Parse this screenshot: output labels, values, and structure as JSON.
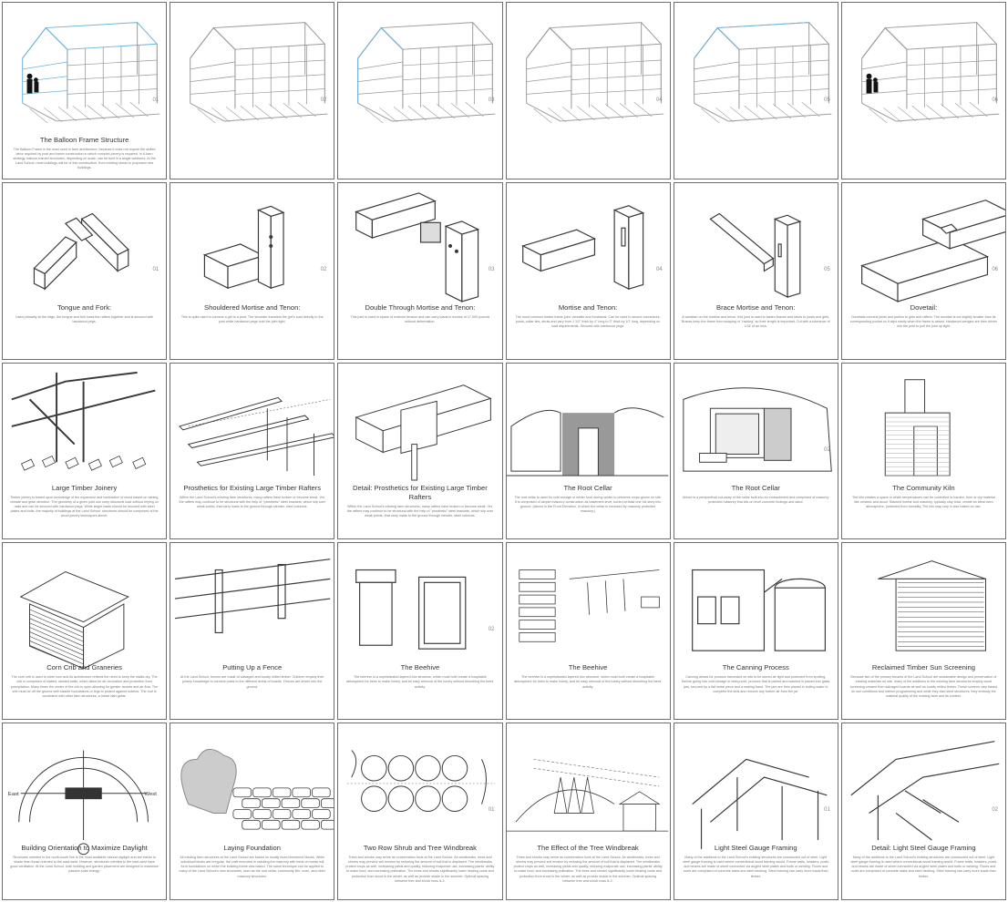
{
  "panels": [
    {
      "title": "The Balloon Frame Structure",
      "num": "01",
      "desc": "The Balloon Frame is the most used in farm architecture, because it does not require the skilled labor required by post and beam construction in which complex joinery is required. In 6-barn strategy, balloon framed structures, depending on scale, can be built in a single weekend. At the Land School, most buildings will be of this construction, from existing sheds to proposed new buildings.",
      "art": "balloon"
    },
    {
      "title": "",
      "num": "02",
      "desc": "",
      "art": "frame2"
    },
    {
      "title": "",
      "num": "03",
      "desc": "",
      "art": "frame3"
    },
    {
      "title": "",
      "num": "04",
      "desc": "",
      "art": "frame4"
    },
    {
      "title": "",
      "num": "05",
      "desc": "",
      "art": "frame5"
    },
    {
      "title": "",
      "num": "06",
      "desc": "",
      "art": "frame6"
    },
    {
      "title": "Tongue and Fork:",
      "num": "01",
      "desc": "Used primarily at the ridge, the tongue and fork locks the rafters together and is secured with hardwood pegs.",
      "art": "tongue"
    },
    {
      "title": "Shouldered Mortise and Tenon:",
      "num": "02",
      "desc": "This is quite used to connect a girt to a post. The shoulder transfers the girt's load directly to the post while hardwood pegs hold the joint tight.",
      "art": "shouldered"
    },
    {
      "title": "Double Through Mortise and Tenon:",
      "num": "03",
      "desc": "This joint is used in spans of extreme tension and can carry loads in excess of 17,000 pounds without deformation.",
      "art": "double"
    },
    {
      "title": "Mortise and Tenon:",
      "num": "04",
      "desc": "The most common timber frame joint, versatile and functional. Can be used to secure connectors, posts, collar ties, struts and vary from 1 1/2\" thick by 4\" long to 3\" thick by 10\" long, depending on load requirements. Secured with hardwood pegs.",
      "art": "mortise"
    },
    {
      "title": "Brace Mortise and Tenon:",
      "num": "05",
      "desc": "A variation on the mortise and tenon, this joint is used to fasten braces and struts to posts and girts. Braces keep the frame from swaying or \"racking\" so their length is important. Cut with a tolerance of 1/32 of an inch.",
      "art": "brace"
    },
    {
      "title": "Dovetail:",
      "num": "06",
      "desc": "Dovetails connect joists and purlins to girts and rafters. The dovetail is cut slightly smaller than its corresponding pocket so it slips easily when the frame is raised. Hardwood wedges are then driven into the joint to pull the joint up tight.",
      "art": "dovetail"
    },
    {
      "title": "Large Timber Joinery",
      "num": "",
      "desc": "Timber joinery is based upon knowledge of the expansion and contraction of wood based on variety, climate and grain direction. The geometry of a given joint can carry structural load without relying on nails and can be secured with hardwood pegs. While larger loads should be secured with steel plates and bolts, the majority of buildings at the Land School: structures should be comprised of the wood joinery techniques above.",
      "art": "joinery"
    },
    {
      "title": "Prosthetics for Existing Large Timber Rafters",
      "num": "",
      "desc": "Within the Land School's existing farm structures, many rafters have broken or become weak. Yet, the rafters may continue to be structural with the help of \"prosthetic\" steel brackets, which slip over weak points, that carry loads to the ground through slender, steel columns.",
      "art": "rafters"
    },
    {
      "title": "Detail: Prosthetics for Existing Large Timber Rafters",
      "num": "",
      "desc": "Within the Land School's existing farm structures, many rafters have broken or become weak. Yet, the rafters may continue to be structural with the help of \"prosthetic\" steel brackets, which slip over weak points, that carry loads to the ground through slender, steel columns.",
      "art": "prosthetic"
    },
    {
      "title": "The Root Cellar",
      "num": "",
      "desc": "The root cellar is used for cold storage of winter food during winter to preserve crops grown on site. It is comprised of simple masonry construction as basement level, buried at least one full story into ground. (Above is the Front Elevation, in which the cellar is enclosed by masonry protected masonry.)",
      "art": "rootcellar"
    },
    {
      "title": "The Root Cellar",
      "num": "02",
      "desc": "Above is a perspectival cut-away of the cellar built into an embankment and comprised of masonry protected masonry that sits on level concrete footings and sand.",
      "art": "rootcellar2"
    },
    {
      "title": "The Community Kiln",
      "num": "",
      "desc": "The kiln creates a space in which temperatures can be controlled to harden, burn or dry material like ceramic and wood. Stacked mortar and masonry, typically clay brick, create an ideal oven atmosphere, protected from humidity. The kiln may vary in size based on use.",
      "art": "kiln"
    },
    {
      "title": "Corn Crib and Graneries",
      "num": "",
      "desc": "The corn crib is used to store corn and its architecture reflects the need to keep the stalks dry. The crib is comprised of slatted, slanted walls, which allow for air circulation and protection from precipitation. Many times the center of the crib is open allowing for greater access and air flow. The crib must be off the ground with sizable foundations or legs to protect against rodents. The roof is consistent with other farm structures, a metal clad gable.",
      "art": "corncrib"
    },
    {
      "title": "Putting Up a Fence",
      "num": "",
      "desc": "At the Land School, fences are made of salvaged and locally milled timber. Children employ their joinery knowledge to connect posts to the different levels of boards. Fences are driven into the ground.",
      "art": "fence"
    },
    {
      "title": "The Beehive",
      "num": "02",
      "desc": "The beehive is a sophisticated layered box structure, which must both create a hospitable atmosphere for bees to make honey, and be easy removal of the honey without disturbing the bees' activity.",
      "art": "beehive"
    },
    {
      "title": "The Beehive",
      "num": "",
      "desc": "The beehive is a sophisticated layered box structure, which must both create a hospitable atmosphere for bees to make honey, and be easy removal of the honey without disturbing the bees' activity.",
      "art": "beehive2"
    },
    {
      "title": "The Canning Process",
      "num": "",
      "desc": "Canning allows for produce harvested on site to be stored air tight and protected from spoiling. Before going into cold storage or being sold, produce that is picked and washed is placed into glass jars, secured by a flat metal piece and a sealing band. The jars are then placed in boiling water to complete the seal and remove any further air from the jar.",
      "art": "canning"
    },
    {
      "title": "Reclaimed Timber Sun Screening",
      "num": "",
      "desc": "Because two of the primary tenants of the Land School are sustainable design and preservation of existing materials on site, many of the additions to the existing farm structures employ wood screening created from salvaged boards as well as locally milled timber. These screens vary based on sun conditions and interior programming and while they clad steel structures, they embody the material quality of the existing farm and its context.",
      "art": "screening"
    },
    {
      "title": "Building Orientation to Maximize Daylight",
      "num": "",
      "desc": "Structures oriented to the north-south line is the most available natural daylight and are easier to shade than those oriented to the east-west. However, structures oriented to the east-west have good ventilation. At the Land School, both building and garden placement are designed to maximize passive solar energy.",
      "art": "orientation",
      "labels": [
        "East",
        "West"
      ]
    },
    {
      "title": "Laying Foundation",
      "num": "",
      "desc": "All existing farm structures at the Land School are based on locally found limestone blocks. While individual blocks are irregular, the craft executed in stacking the masonry with beds of mortar will form foundations on which the building frame was based. The same technique can be applied to many of the Land School's new structures, such as the root cellar, community kiln, oven, and other masonry structures.",
      "art": "foundation"
    },
    {
      "title": "Two Row Shrub and Tree Windbreak",
      "num": "01",
      "desc": "Trees and shrubs may serve as conservation tools at the Land School. As windbreaks, trees and shrubs may prevent soil erosion by reducing the amount of soil that is displaced. The windbreaks protect crops as well, increasing yields and quality, reducing evaporate use, increasing plants' ability to make food, and increasing pollination. The trees and shrubs significantly lower heating costs and protection from snow in the winter, as well as provide shade in the summer. Optimal spacing between tree and shrub rows is 2.",
      "art": "windbreak"
    },
    {
      "title": "The Effect of the Tree Windbreak",
      "num": "",
      "desc": "Trees and shrubs may serve as conservation tools at the Land School. As windbreaks, trees and shrubs may prevent soil erosion by reducing the amount of soil that is displaced. The windbreaks protect crops as well, increasing yields and quality, reducing evaporate use, increasing plants' ability to make food, and increasing pollination. The trees and shrubs significantly lower heating costs and protection from snow in the winter, as well as provide shade in the summer. Optimal spacing between tree and shrub rows is 2.",
      "art": "treeeffect"
    },
    {
      "title": "Light Steel Gauge Framing",
      "num": "01",
      "desc": "Many of the additions to the Land School's existing structures are constructed out of steel. Light steel gauge framing is used where conventional wood framing would. Frame walls, headers, posts and beams are made of sheet connected via angled steel plates and bolts or welding. Floors and roofs are comprised of concrete slabs and steel decking. Steel framing can carry more loads than timber.",
      "art": "steel"
    },
    {
      "title": "Detail: Light Steel Gauge Framing",
      "num": "02",
      "desc": "Many of the additions to the Land School's existing structures are constructed out of steel. Light steel gauge framing is used where conventional wood framing would. Frame walls, headers, posts and beams are made of sheet connected via angled steel plates and bolts or welding. Floors and roofs are comprised of concrete slabs and steel decking. Steel framing can carry more loads than timber.",
      "art": "steeldetail"
    }
  ],
  "colors": {
    "line": "#3a3a3a",
    "light": "#9a9a9a",
    "blue": "#6cb4dc",
    "brick": "#777777"
  }
}
